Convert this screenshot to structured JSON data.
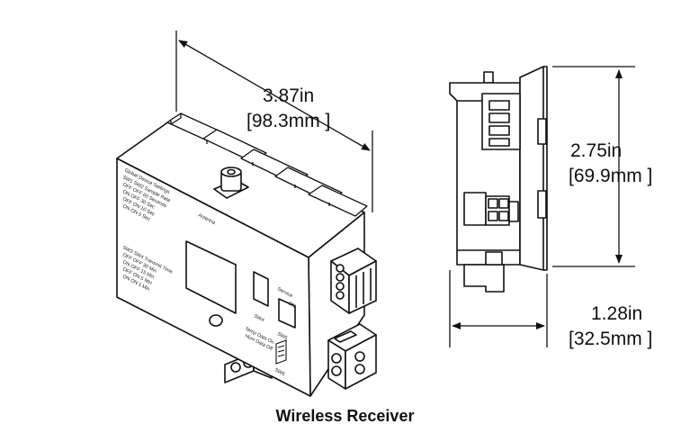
{
  "caption": "Wireless Receiver",
  "dimensions": {
    "length": {
      "in": "3.87in",
      "mm": "[98.3mm ]"
    },
    "height": {
      "in": "2.75in",
      "mm": "[69.9mm ]"
    },
    "depth": {
      "in": "1.28in",
      "mm": "[32.5mm ]"
    }
  },
  "device_labels": {
    "antenna": "Antenna",
    "sw4": "SW4",
    "sw5": "SW5",
    "service": "Service",
    "on": "ON",
    "sw6": "SW6"
  },
  "colors": {
    "line": "#111111",
    "fill": "#ffffff"
  }
}
